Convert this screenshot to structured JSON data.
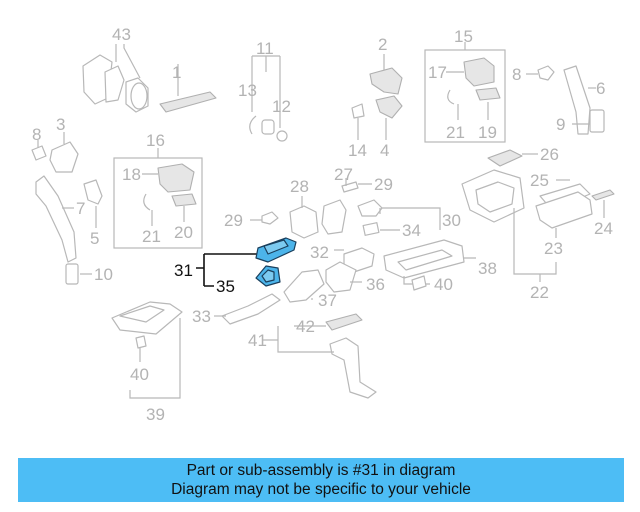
{
  "diagram": {
    "highlight_color": "#4cb4ea",
    "part_color": "#b8b8b8",
    "highlighted_callouts": [
      "31",
      "35"
    ],
    "callouts": [
      "43",
      "1",
      "11",
      "13",
      "12",
      "2",
      "15",
      "17",
      "21",
      "19",
      "8",
      "6",
      "9",
      "3",
      "8",
      "16",
      "18",
      "21",
      "20",
      "7",
      "5",
      "14",
      "4",
      "26",
      "27",
      "29",
      "28",
      "25",
      "24",
      "29",
      "30",
      "34",
      "23",
      "31",
      "32",
      "38",
      "22",
      "35",
      "36",
      "40",
      "37",
      "10",
      "33",
      "42",
      "41",
      "40",
      "39"
    ]
  },
  "banner": {
    "line1": "Part or sub-assembly is #31 in diagram",
    "line2": "Diagram may not be specific to your vehicle",
    "color": "#4dbdf5"
  }
}
